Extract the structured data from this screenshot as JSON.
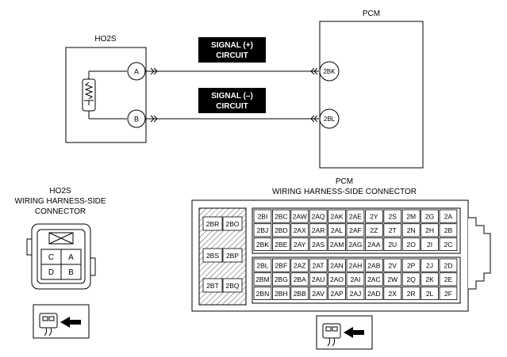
{
  "labels": {
    "ho2s": "HO2S",
    "pcm": "PCM",
    "signal_plus": [
      "SIGNAL (+)",
      "CIRCUIT"
    ],
    "signal_minus": [
      "SIGNAL (–)",
      "CIRCUIT"
    ],
    "ho2s_connector_title": [
      "HO2S",
      "WIRING HARNESS-SIDE",
      "CONNECTOR"
    ],
    "pcm_connector_title": [
      "PCM",
      "WIRING HARNESS-SIDE CONNECTOR"
    ]
  },
  "terminals": {
    "ho2s": [
      "A",
      "B"
    ],
    "pcm": [
      "2BK",
      "2BL"
    ]
  },
  "ho2s_connector_pins": [
    "C",
    "A",
    "D",
    "B"
  ],
  "pcm_connector": {
    "side_pins": [
      "2BR",
      "2BO",
      "2BS",
      "2BP",
      "2BT",
      "2BQ"
    ],
    "top_rows": [
      [
        "2BI",
        "2BC",
        "2AW",
        "2AQ",
        "2AK",
        "2AE",
        "2Y",
        "2S",
        "2M",
        "2G",
        "2A"
      ],
      [
        "2BJ",
        "2BD",
        "2AX",
        "2AR",
        "2AL",
        "2AF",
        "2Z",
        "2T",
        "2N",
        "2H",
        "2B"
      ],
      [
        "2BK",
        "2BE",
        "2AY",
        "2AS",
        "2AM",
        "2AG",
        "2AA",
        "2U",
        "2O",
        "2I",
        "2C"
      ]
    ],
    "bottom_rows": [
      [
        "2BL",
        "2BF",
        "2AZ",
        "2AT",
        "2AN",
        "2AH",
        "2AB",
        "2V",
        "2P",
        "2J",
        "2D"
      ],
      [
        "2BM",
        "2BG",
        "2BA",
        "2AU",
        "2AO",
        "2AI",
        "2AC",
        "2W",
        "2Q",
        "2K",
        "2E"
      ],
      [
        "2BN",
        "2BH",
        "2BB",
        "2AV",
        "2AP",
        "2AJ",
        "2AD",
        "2X",
        "2R",
        "2L",
        "2F"
      ]
    ]
  },
  "icons": [
    "connector-view-arrow-icon",
    "connector-view-arrow-icon"
  ],
  "colors": {
    "line": "#000000",
    "label_bg": "#000000",
    "label_text": "#ffffff",
    "hatch": "#444444"
  }
}
